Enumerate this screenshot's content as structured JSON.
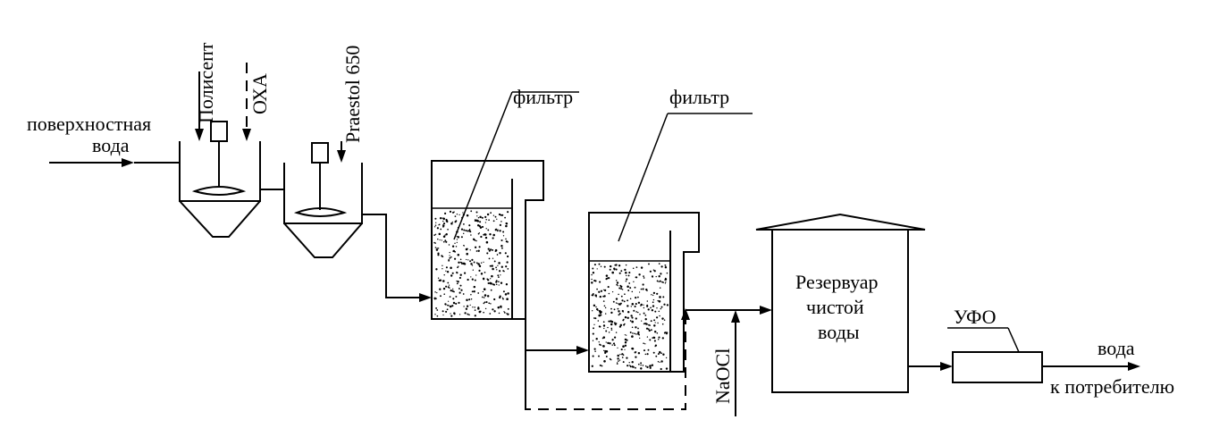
{
  "labels": {
    "input_water_line1": "поверхностная",
    "input_water_line2": "вода",
    "coagulant": "Полисепт",
    "oxa": "ОХА",
    "flocculant": "Praestol 650",
    "filter1": "фильтр",
    "filter2": "фильтр",
    "reservoir_line1": "Резервуар",
    "reservoir_line2": "чистой",
    "reservoir_line3": "воды",
    "uv": "УФО",
    "naocl": "NaOCl",
    "output_line1": "вода",
    "output_line2": "к потребителю"
  }
}
